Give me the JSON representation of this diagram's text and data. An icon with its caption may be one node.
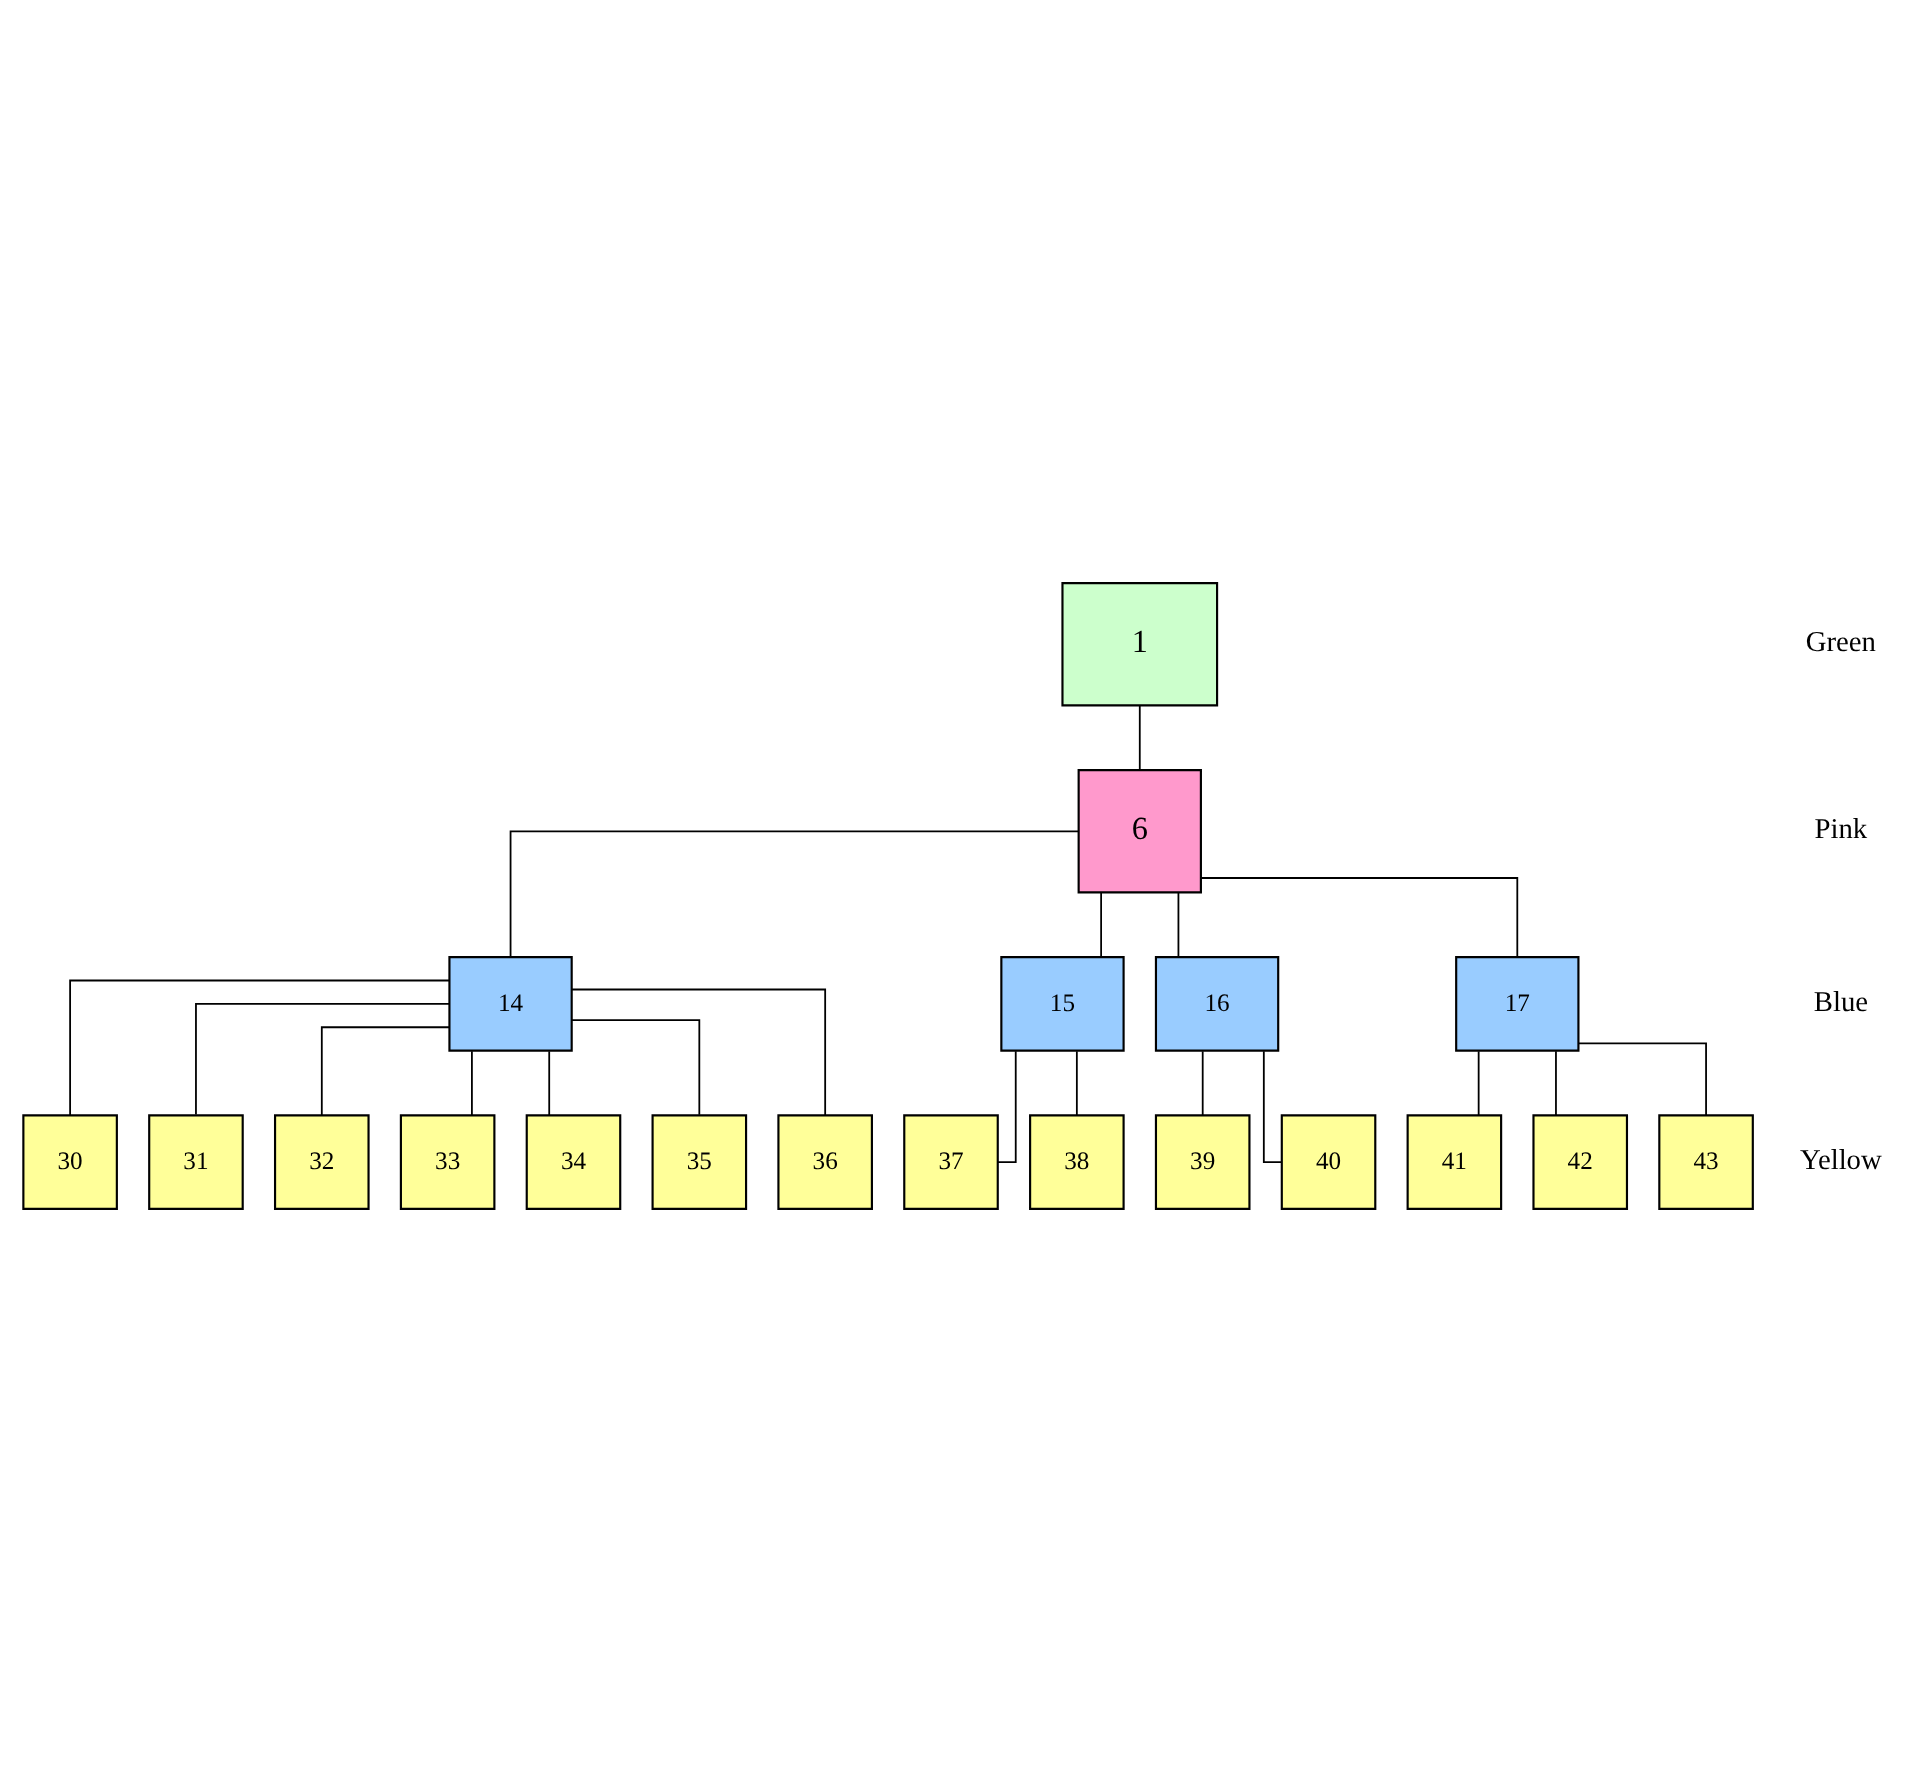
{
  "diagram": {
    "nodes": [
      {
        "text": [
          "1"
        ]
      },
      {
        "text": [
          "6"
        ]
      },
      {
        "text": [
          "14"
        ]
      },
      {
        "text": [
          "15"
        ]
      },
      {
        "text": [
          "16"
        ]
      },
      {
        "text": [
          "17"
        ]
      },
      {
        "text": [
          "30"
        ]
      },
      {
        "text": [
          "31"
        ]
      },
      {
        "text": [
          "32"
        ]
      },
      {
        "text": [
          "33"
        ]
      },
      {
        "text": [
          "34"
        ]
      },
      {
        "text": [
          "35"
        ]
      },
      {
        "text": [
          "36"
        ]
      },
      {
        "text": [
          "37"
        ]
      },
      {
        "text": [
          "38"
        ]
      },
      {
        "text": [
          "39"
        ]
      },
      {
        "text": [
          "40"
        ]
      },
      {
        "text": [
          "41"
        ]
      },
      {
        "text": [
          "42"
        ]
      },
      {
        "text": [
          "43"
        ]
      }
    ],
    "edges": [
      {
        "from": 0,
        "to": 1,
        "arrow": "none"
      },
      {
        "from": 1,
        "to": 2,
        "arrow": "none"
      },
      {
        "from": 1,
        "to": 3,
        "arrow": "none"
      },
      {
        "from": 1,
        "to": 4,
        "arrow": "none"
      },
      {
        "from": 1,
        "to": 5,
        "arrow": "none"
      },
      {
        "from": 2,
        "to": 6,
        "arrow": "none"
      },
      {
        "from": 2,
        "to": 7,
        "arrow": "none"
      },
      {
        "from": 2,
        "to": 8,
        "arrow": "none"
      },
      {
        "from": 2,
        "to": 9,
        "arrow": "none"
      },
      {
        "from": 2,
        "to": 10,
        "arrow": "none"
      },
      {
        "from": 2,
        "to": 11,
        "arrow": "none"
      },
      {
        "from": 2,
        "to": 12,
        "arrow": "none"
      },
      {
        "from": 3,
        "to": 13,
        "arrow": "none"
      },
      {
        "from": 3,
        "to": 14,
        "arrow": "none"
      },
      {
        "from": 4,
        "to": 15,
        "arrow": "none"
      },
      {
        "from": 4,
        "to": 16,
        "arrow": "none"
      },
      {
        "from": 5,
        "to": 17,
        "arrow": "none"
      },
      {
        "from": 5,
        "to": 18,
        "arrow": "none"
      },
      {
        "from": 5,
        "to": 19,
        "arrow": "none"
      }
    ],
    "labels": [
      "Green",
      "Pink",
      "Blue",
      "Yellow"
    ]
  }
}
